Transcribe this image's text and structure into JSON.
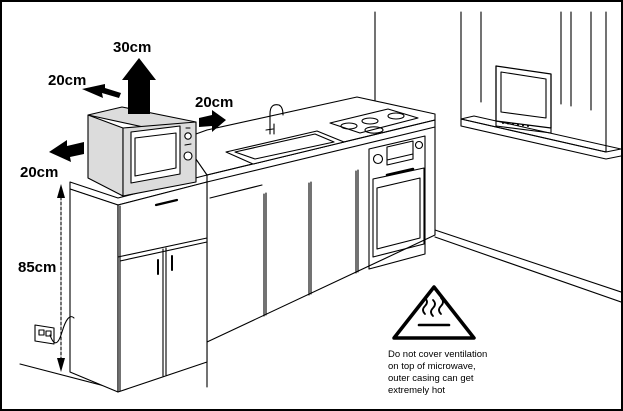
{
  "clearances": {
    "top": "30cm",
    "back": "20cm",
    "right": "20cm",
    "left": "20cm",
    "height": "85cm"
  },
  "warning": {
    "lines": [
      "Do not cover ventilation",
      "on top of microwave,",
      "outer casing can get",
      "extremely hot"
    ]
  },
  "icons": {
    "hot_surface": "hot-surface-warning-icon",
    "arrow": "arrow-icon",
    "socket": "wall-socket-icon"
  },
  "colors": {
    "line": "#000000",
    "appliance_fill": "#dcdcdc",
    "background": "#ffffff"
  }
}
